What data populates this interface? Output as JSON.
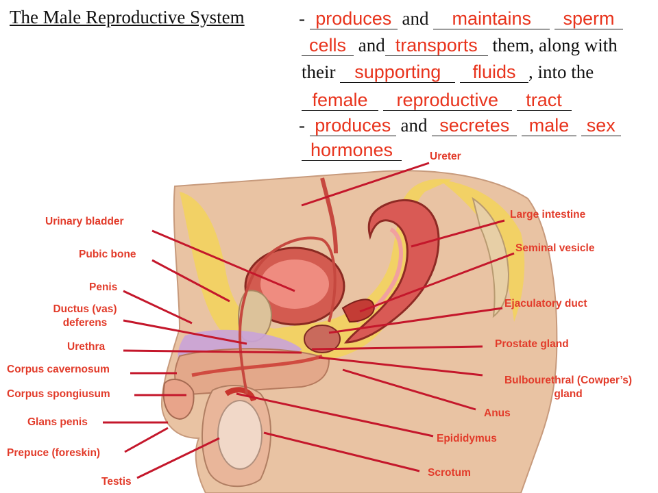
{
  "title": "The Male Reproductive System",
  "statement": {
    "dash1": "-",
    "w_and1": "and",
    "w_and2": "and",
    "w_them": "them, along with",
    "w_their": "their",
    "w_comma": ", into the",
    "dash2": "-",
    "w_and3": "and"
  },
  "blanks": {
    "b1": "produces",
    "b2": "maintains",
    "b3": "sperm",
    "b4": "cells",
    "b5": "transports",
    "b6": "supporting",
    "b7": "fluids",
    "b8": "female",
    "b9": "reproductive",
    "b10": "tract",
    "b11": "produces",
    "b12": "secretes",
    "b13": "male",
    "b14": "sex",
    "b15": "hormones"
  },
  "labels": {
    "ureter": "Ureter",
    "urinary_bladder": "Urinary bladder",
    "pubic_bone": "Pubic bone",
    "penis": "Penis",
    "ductus_1": "Ductus (vas)",
    "ductus_2": "deferens",
    "urethra": "Urethra",
    "corpus_cavernosum": "Corpus cavernosum",
    "corpus_spongiosum": "Corpus spongiusum",
    "glans_penis": "Glans penis",
    "prepuce": "Prepuce (foreskin)",
    "testis": "Testis",
    "large_intestine": "Large intestine",
    "seminal_vesicle": "Seminal vesicle",
    "ejaculatory_duct": "Ejaculatory duct",
    "prostate_gland": "Prostate gland",
    "bulbourethral_1": "Bulbourethral (Cowper’s)",
    "bulbourethral_2": "gland",
    "anus": "Anus",
    "epididymus": "Epididymus",
    "scrotum": "Scrotum"
  },
  "colors": {
    "label_red": "#e23b2a",
    "answer_red": "#e8331c",
    "skin": "#e9c3a3",
    "fat_yellow": "#f3d35a",
    "organ_red": "#c9473e",
    "bone": "#d9b98c",
    "erectile_purple": "#c9a3d8"
  }
}
